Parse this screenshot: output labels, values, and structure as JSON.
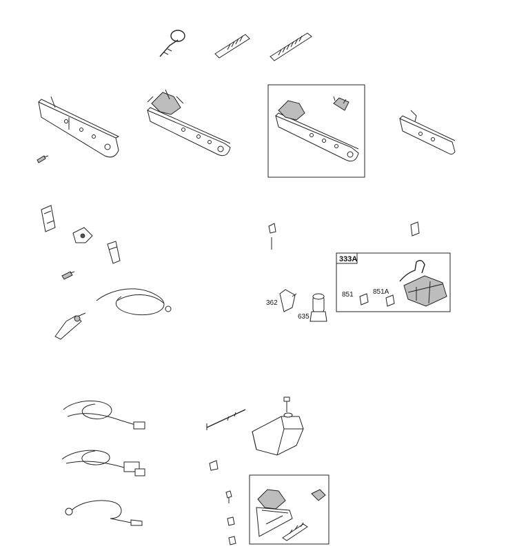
{
  "labels": {
    "kit_box": "333A",
    "part_851": "851",
    "part_851a": "851A",
    "part_362": "362",
    "part_635": "635"
  }
}
